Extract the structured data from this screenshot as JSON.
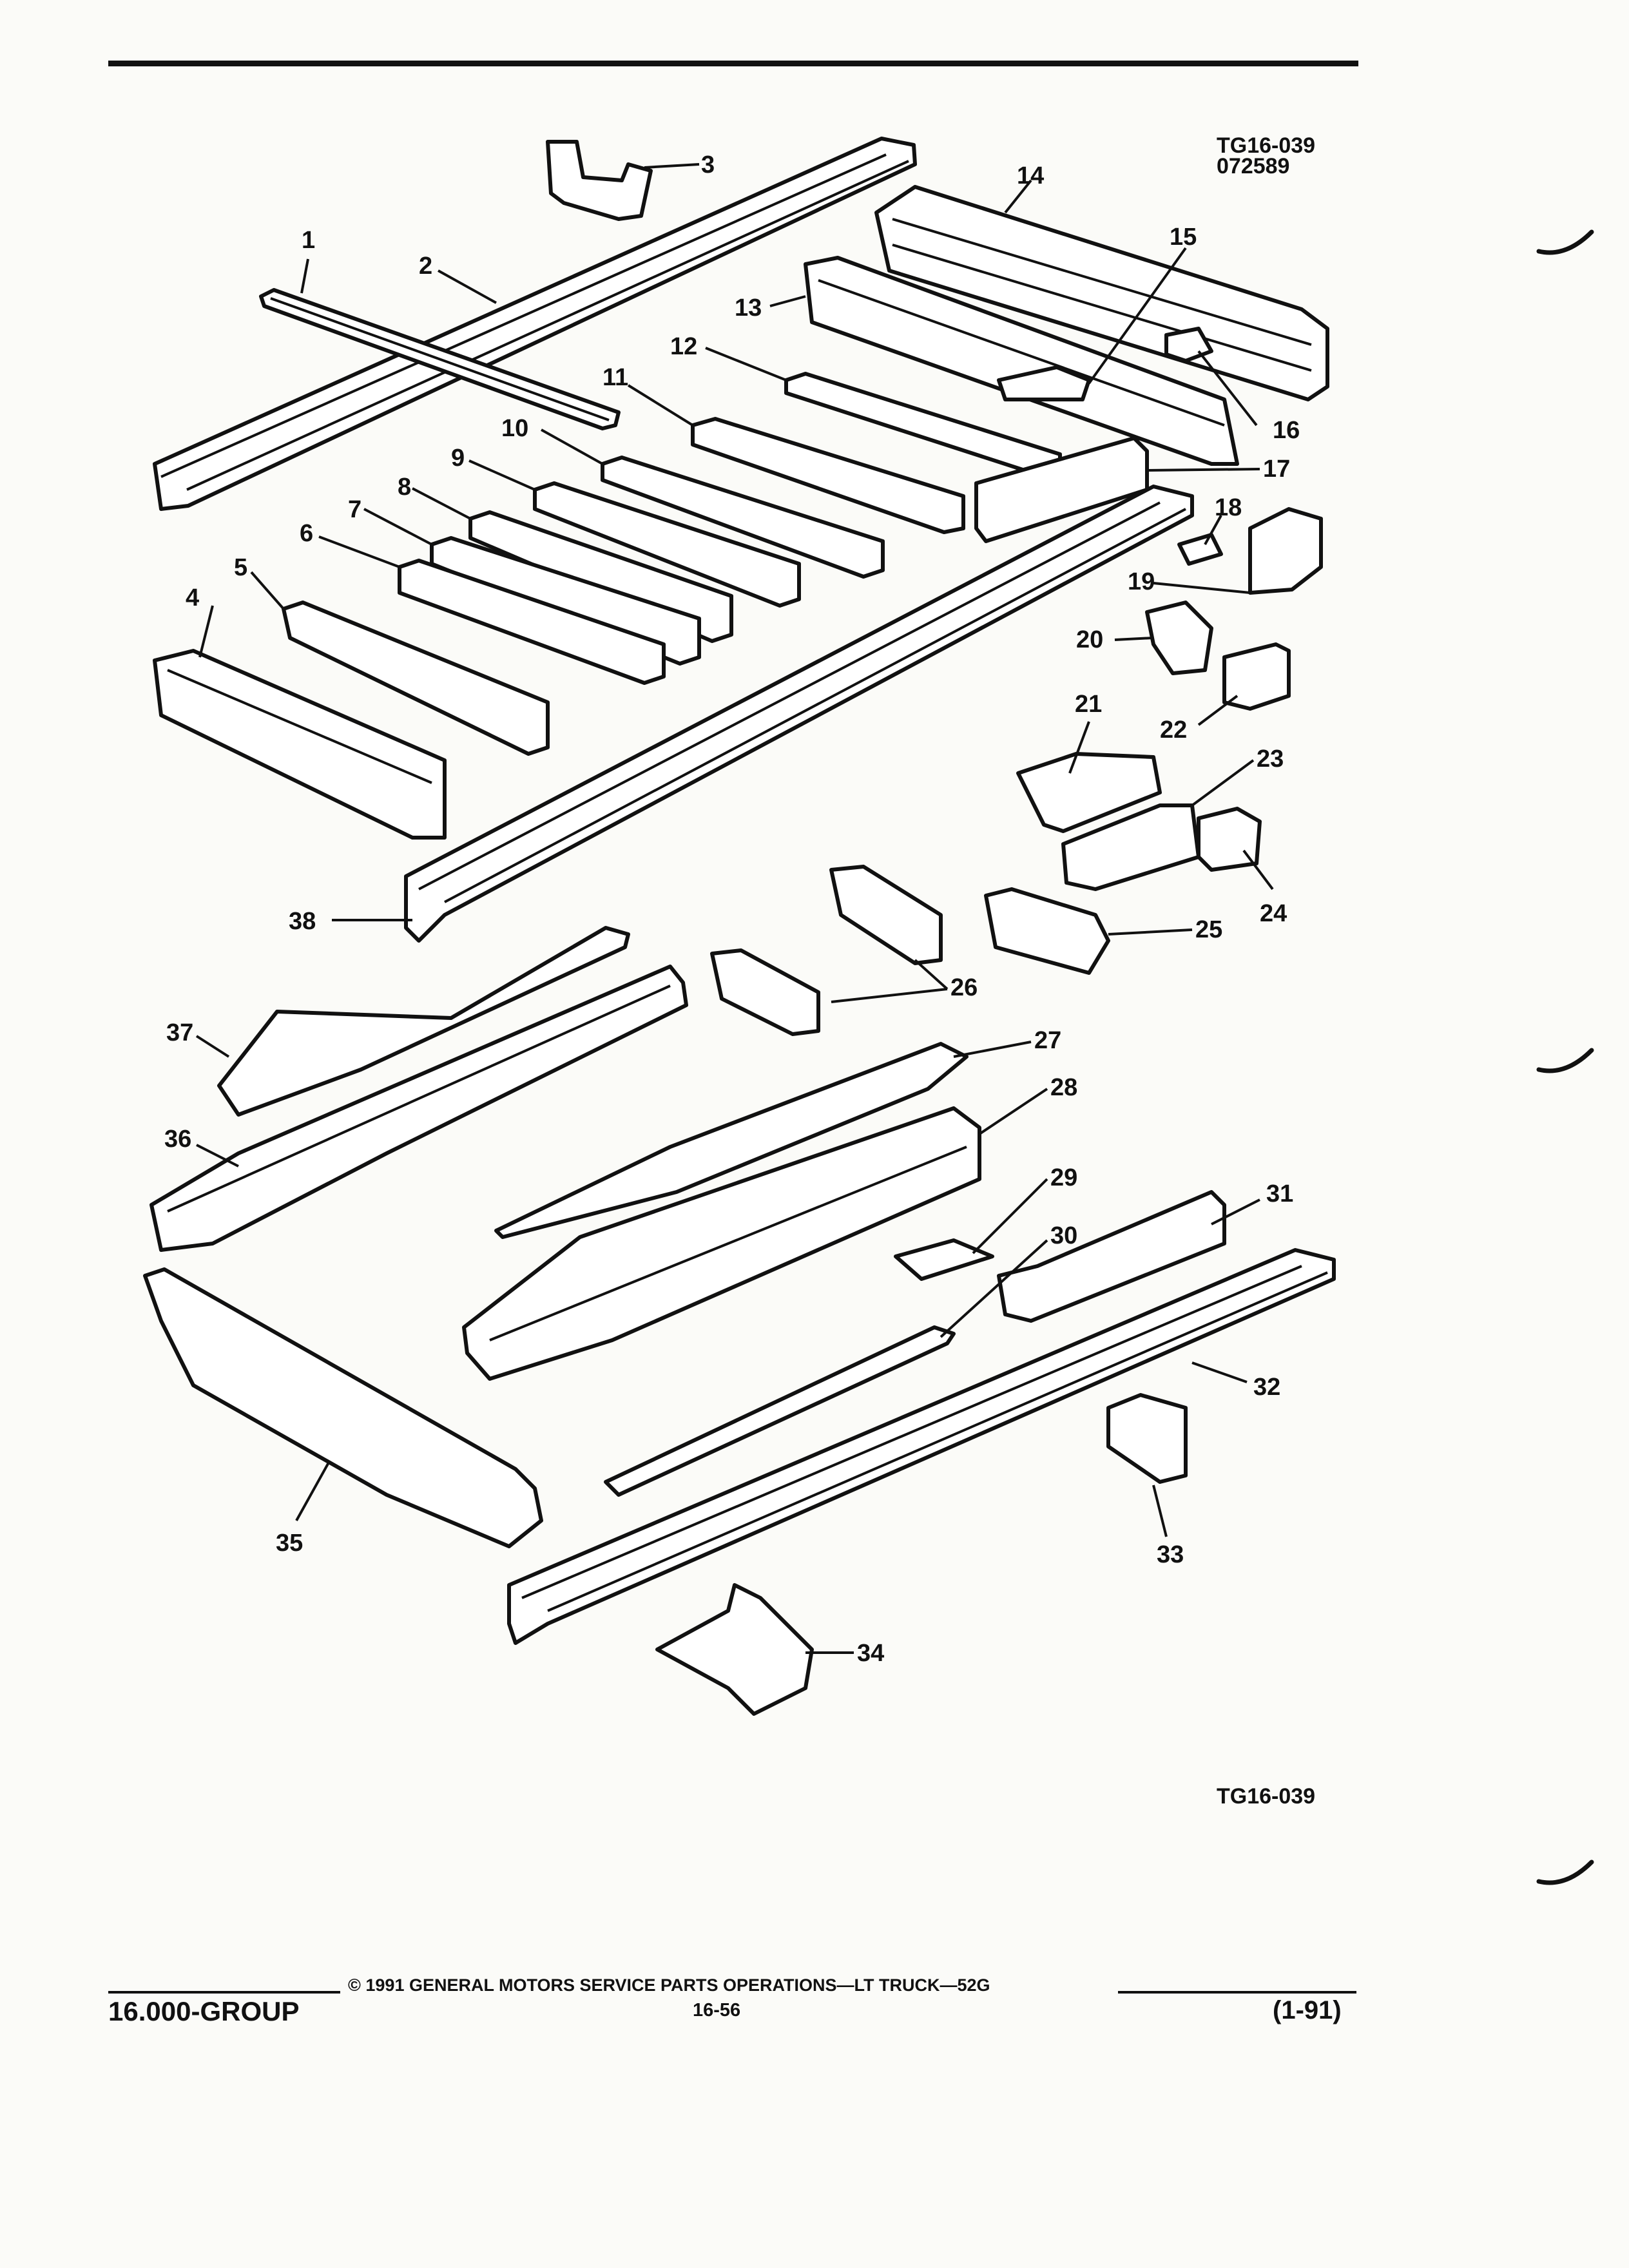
{
  "header": {
    "figure_code": "TG16-039",
    "date_code": "072589"
  },
  "diagram": {
    "callouts": [
      "1",
      "2",
      "3",
      "4",
      "5",
      "6",
      "7",
      "8",
      "9",
      "10",
      "11",
      "12",
      "13",
      "14",
      "15",
      "16",
      "17",
      "18",
      "19",
      "20",
      "21",
      "22",
      "23",
      "24",
      "25",
      "26",
      "27",
      "28",
      "29",
      "30",
      "31",
      "32",
      "33",
      "34",
      "35",
      "36",
      "37",
      "38"
    ]
  },
  "figure_footer_code": "TG16-039",
  "footer": {
    "copyright": "© 1991 GENERAL MOTORS SERVICE PARTS OPERATIONS—LT TRUCK—52G",
    "group": "16.000-GROUP",
    "page_number": "16-56",
    "revision": "(1-91)"
  }
}
